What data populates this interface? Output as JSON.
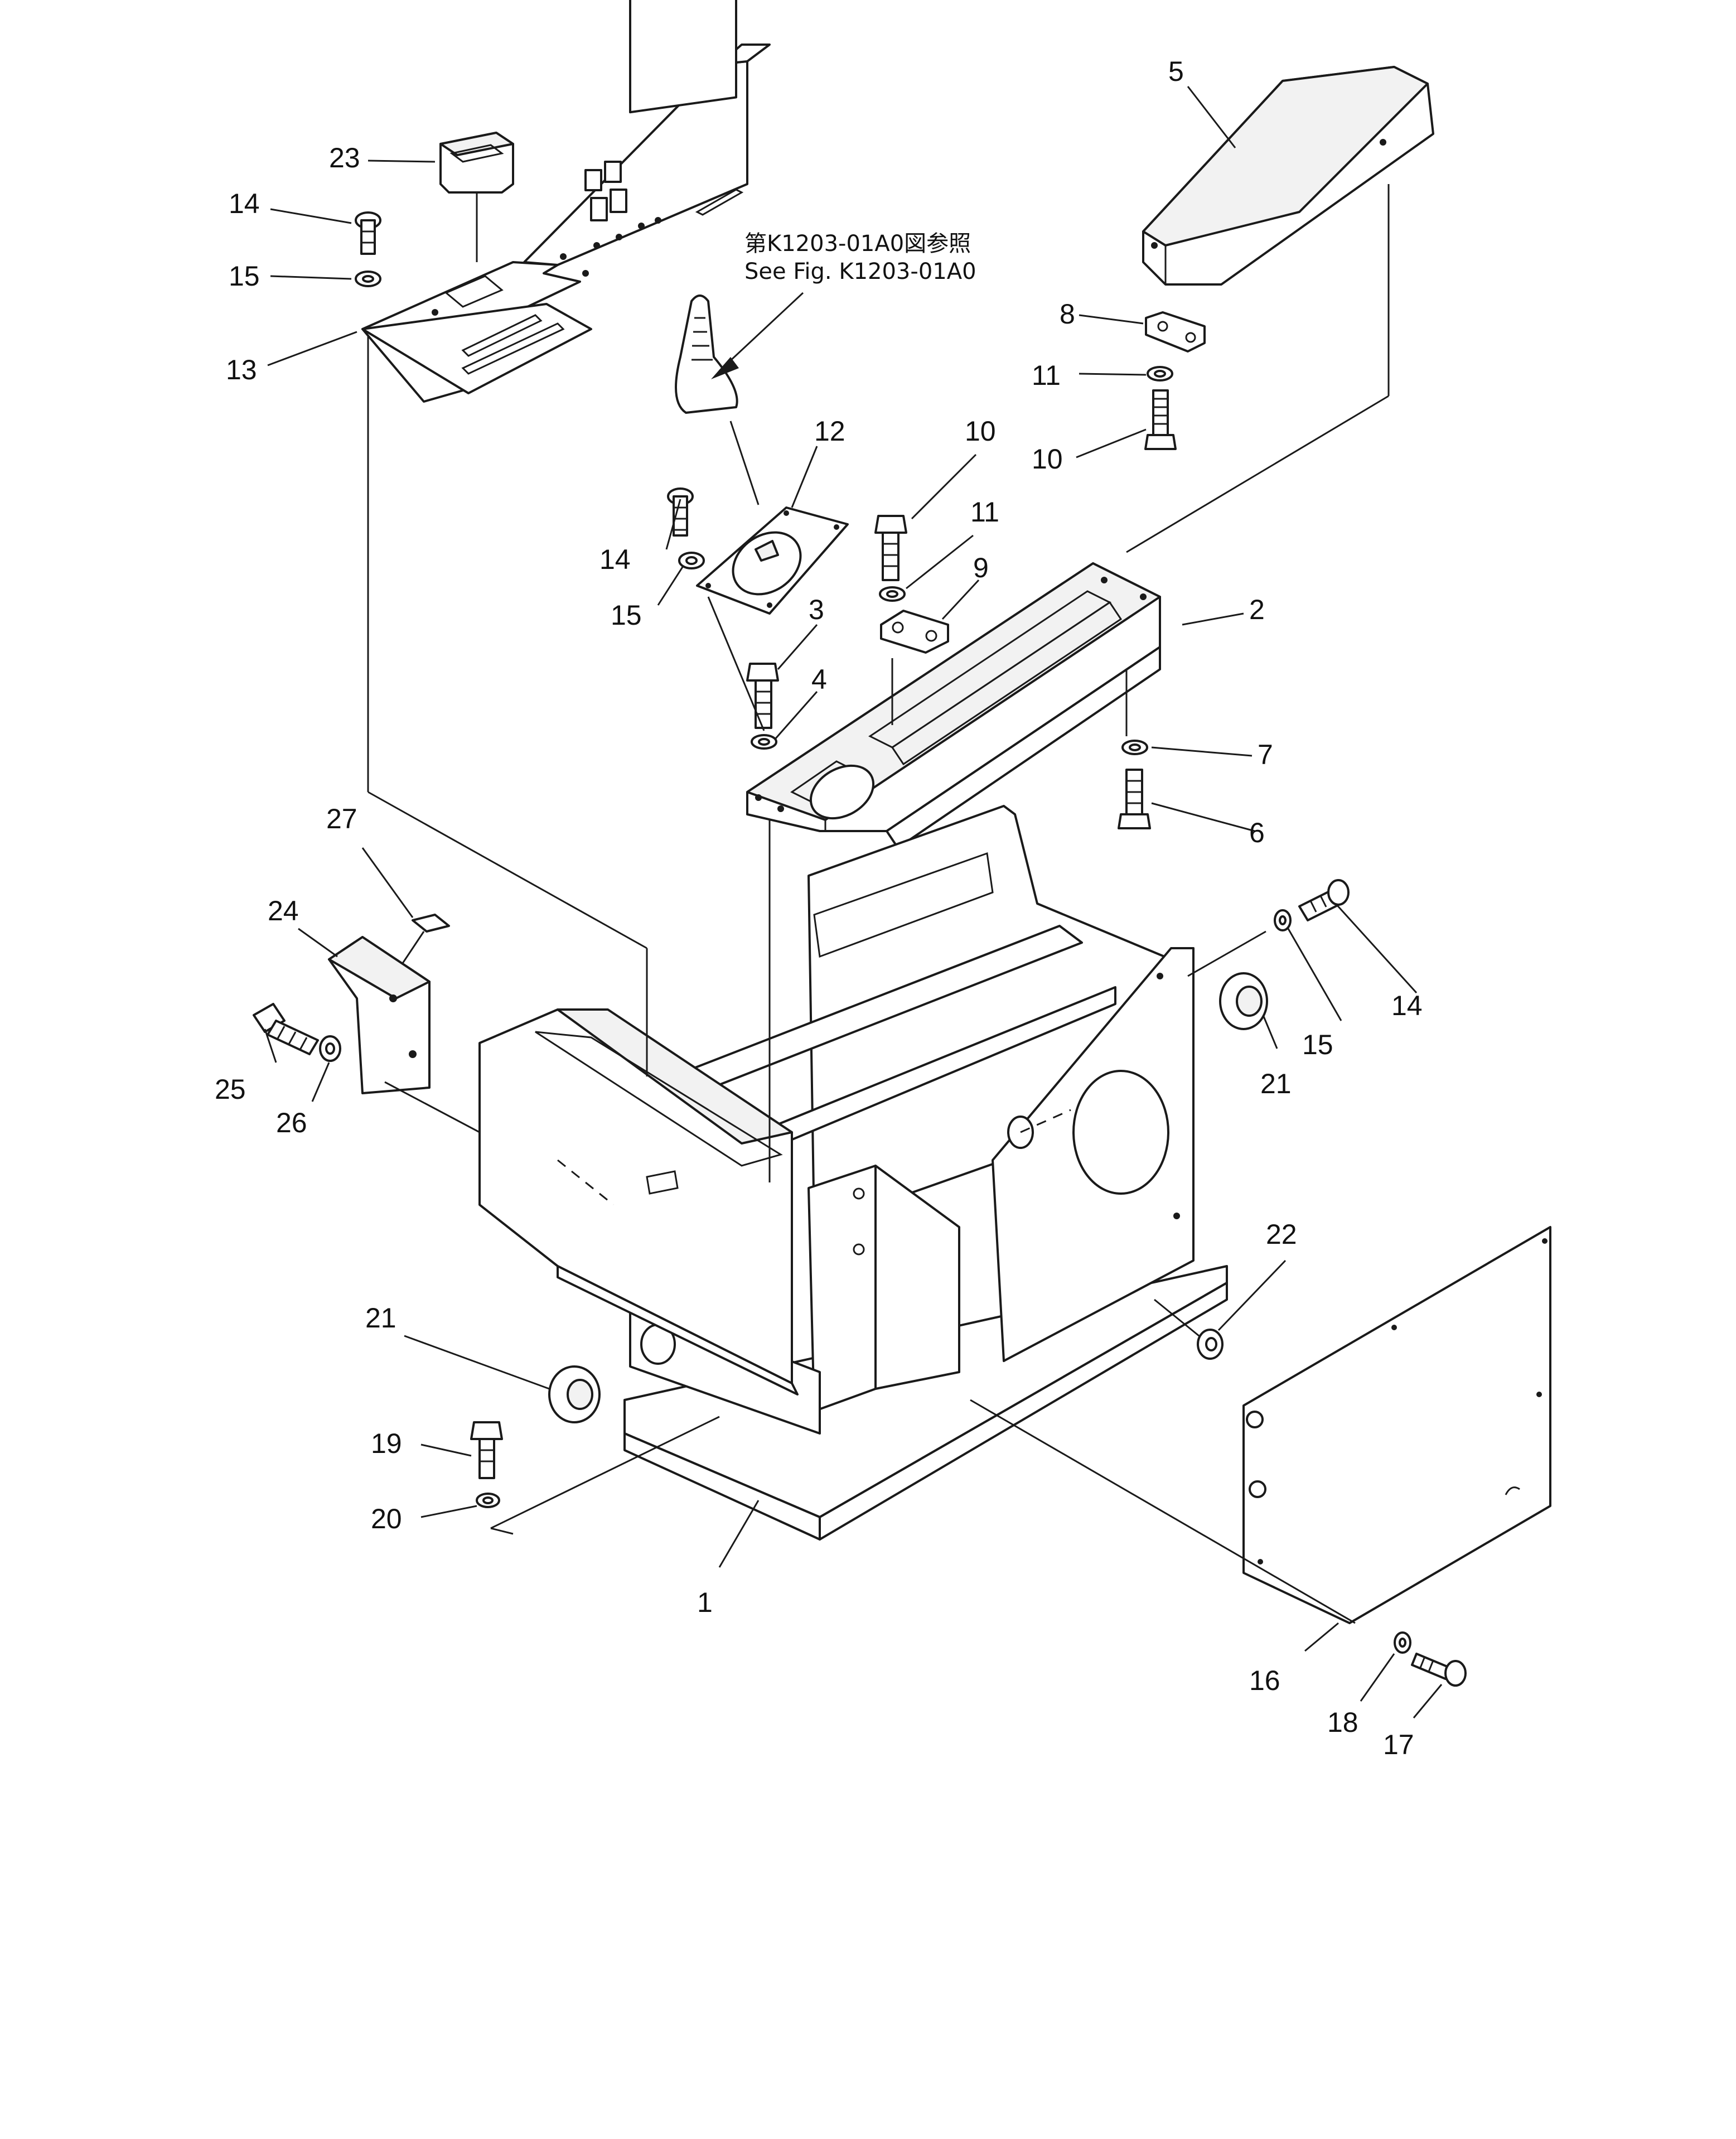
{
  "reference_note": {
    "line_jp": "第K1203-01A0図参照",
    "line_en": "See  Fig. K1203-01A0"
  },
  "callouts": [
    {
      "id": "c1",
      "label": "1"
    },
    {
      "id": "c2",
      "label": "2"
    },
    {
      "id": "c3",
      "label": "3"
    },
    {
      "id": "c4",
      "label": "4"
    },
    {
      "id": "c5",
      "label": "5"
    },
    {
      "id": "c6",
      "label": "6"
    },
    {
      "id": "c7",
      "label": "7"
    },
    {
      "id": "c8",
      "label": "8"
    },
    {
      "id": "c9",
      "label": "9"
    },
    {
      "id": "c10a",
      "label": "10"
    },
    {
      "id": "c10b",
      "label": "10"
    },
    {
      "id": "c11a",
      "label": "11"
    },
    {
      "id": "c11b",
      "label": "11"
    },
    {
      "id": "c12",
      "label": "12"
    },
    {
      "id": "c13",
      "label": "13"
    },
    {
      "id": "c14a",
      "label": "14"
    },
    {
      "id": "c14b",
      "label": "14"
    },
    {
      "id": "c14c",
      "label": "14"
    },
    {
      "id": "c15a",
      "label": "15"
    },
    {
      "id": "c15b",
      "label": "15"
    },
    {
      "id": "c15c",
      "label": "15"
    },
    {
      "id": "c16",
      "label": "16"
    },
    {
      "id": "c17",
      "label": "17"
    },
    {
      "id": "c18",
      "label": "18"
    },
    {
      "id": "c19",
      "label": "19"
    },
    {
      "id": "c20",
      "label": "20"
    },
    {
      "id": "c21a",
      "label": "21"
    },
    {
      "id": "c21b",
      "label": "21"
    },
    {
      "id": "c22",
      "label": "22"
    },
    {
      "id": "c23",
      "label": "23"
    },
    {
      "id": "c24",
      "label": "24"
    },
    {
      "id": "c25",
      "label": "25"
    },
    {
      "id": "c26",
      "label": "26"
    },
    {
      "id": "c27",
      "label": "27"
    }
  ]
}
